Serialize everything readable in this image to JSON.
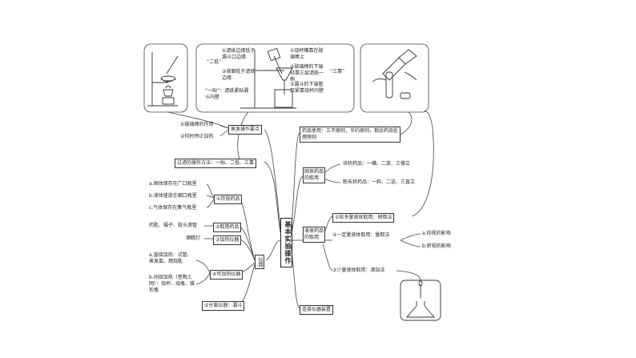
{
  "center_title": "基本实验操作",
  "filtration": {
    "er_di": "“二低”",
    "er_di_1": "①滤纸边缘低于漏斗口边缘",
    "er_di_2": "②液面低于滤纸边缘",
    "yi_tie": "“一贴”：滤纸紧贴漏斗内壁",
    "san_kao": "“三靠”",
    "san_kao_1": "①烧杯嘴靠在玻璃棒上",
    "san_kao_2": "②玻璃棒的下端轻靠三层滤纸一侧",
    "san_kao_3": "③漏斗的下端管口紧靠烧杯内壁",
    "methods": "过滤的操作方法：一贴、二低、三靠"
  },
  "evaporation": {
    "title": "蒸发操作要点",
    "item1": "①玻璃棒的作用",
    "item2": "②何时停止加热"
  },
  "instruments": {
    "title": "仪器",
    "storage": {
      "title": "①存放药品",
      "a": "a.固体保存在广口瓶里",
      "b": "b.液体盛放在细口瓶里",
      "c": "c.气体保存在集气瓶里"
    },
    "take": {
      "title": "②取用药品",
      "items": "药匙、镊子、胶头滴管"
    },
    "heat_source": {
      "title": "③加热仪器",
      "items": "酒精灯"
    },
    "heatable": {
      "title": "④可加热仪器",
      "a": "a.直接加热：试管、蒸发皿、燃烧匙",
      "b": "b.间接加热（垫陶土网）：烧杯、烧瓶、锥形瓶"
    },
    "separation": {
      "title": "⑤分离仪器：漏斗"
    }
  },
  "drug_use": {
    "principle": "药品使用：三不原则，节约原则，剩余药品处理原则",
    "solid": {
      "title": "固体药品的取用",
      "block": "块状药品：一横、二放、三慢立",
      "powder": "粉末状药品：一斜、二送、三直立"
    },
    "liquid": {
      "title": "液体药品的取用",
      "large": "①较多量液体取用：倾倒法",
      "measure": "②一定量液体取用：量取法",
      "a": "a.仰视的影响",
      "b": "b.俯视的影响",
      "small": "③少量液体取用：滴加法"
    },
    "connect": "连接仪器装置"
  }
}
